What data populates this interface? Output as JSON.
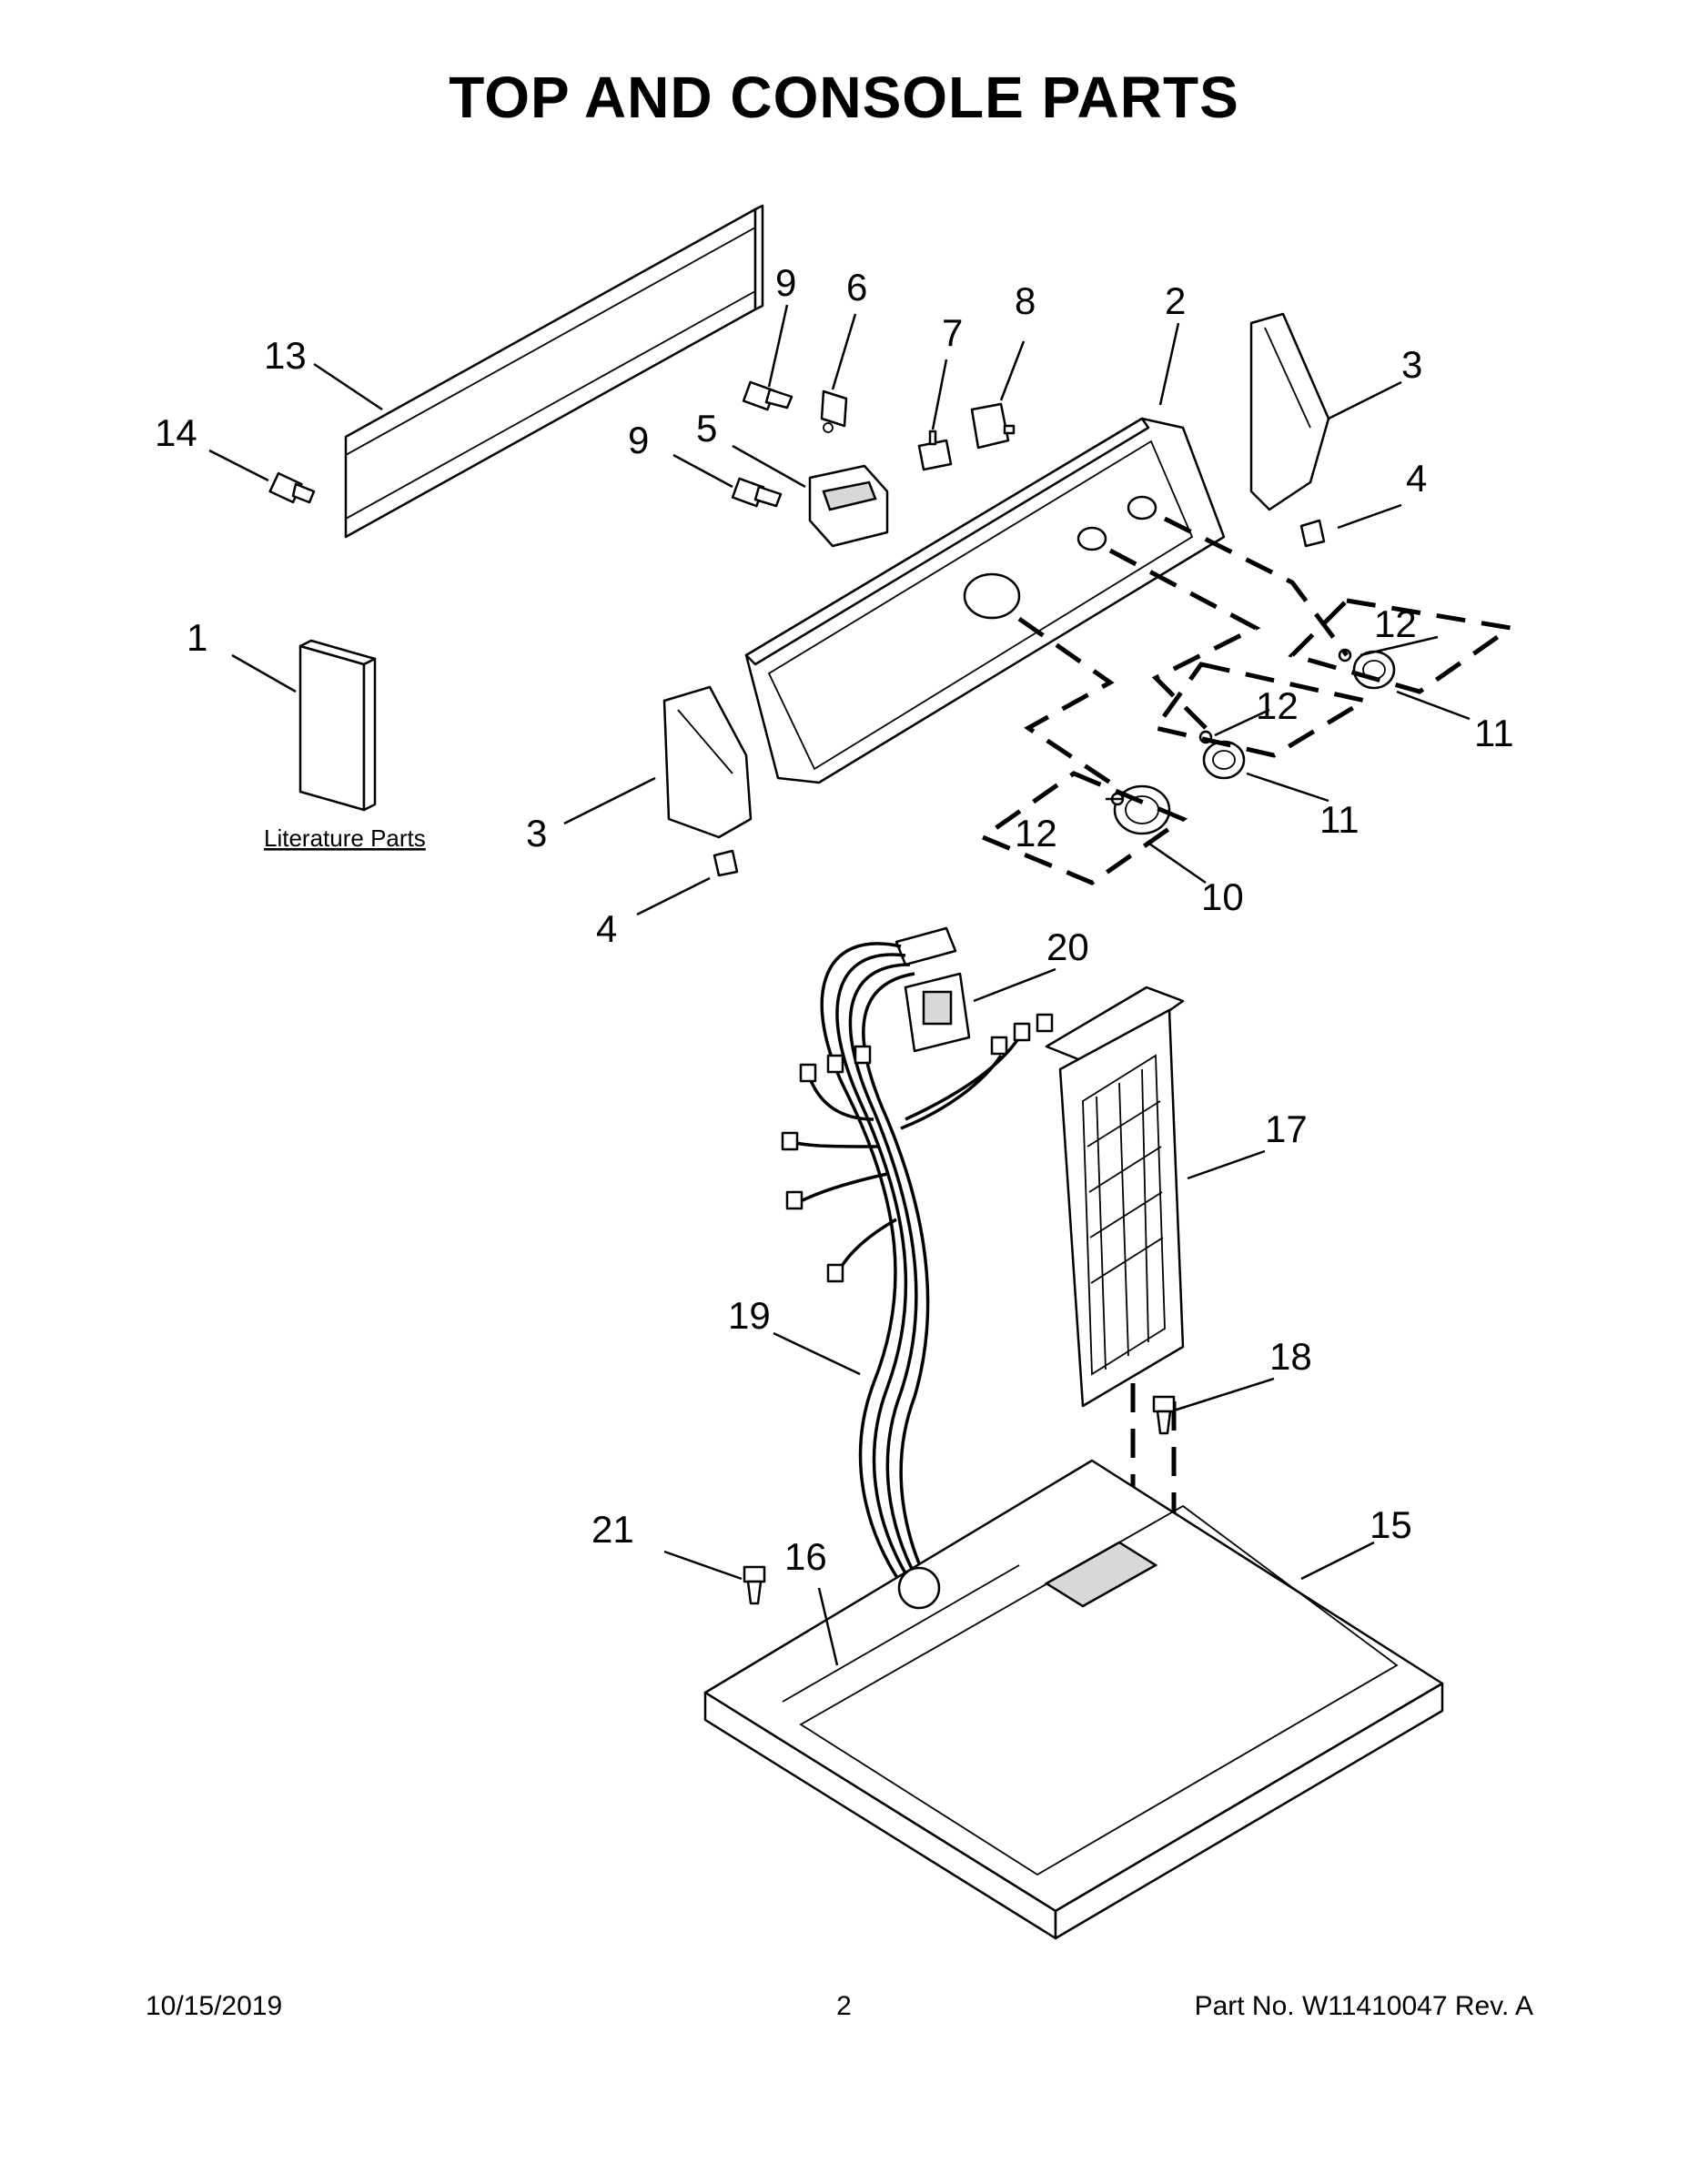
{
  "page": {
    "title": "TOP AND CONSOLE PARTS",
    "footer": {
      "date": "10/15/2019",
      "page_number": "2",
      "part_number": "Part No.  W11410047  Rev.  A"
    }
  },
  "literature_label": "Literature Parts",
  "callouts": {
    "c1": "1",
    "c2": "2",
    "c3a": "3",
    "c3b": "3",
    "c4a": "4",
    "c4b": "4",
    "c5": "5",
    "c6": "6",
    "c7": "7",
    "c8": "8",
    "c9a": "9",
    "c9b": "9",
    "c10": "10",
    "c11a": "11",
    "c11b": "11",
    "c12a": "12",
    "c12b": "12",
    "c12c": "12",
    "c13": "13",
    "c14": "14",
    "c15": "15",
    "c16": "16",
    "c17": "17",
    "c18": "18",
    "c19": "19",
    "c20": "20",
    "c21": "21"
  },
  "colors": {
    "line": "#000000",
    "background": "#ffffff"
  }
}
